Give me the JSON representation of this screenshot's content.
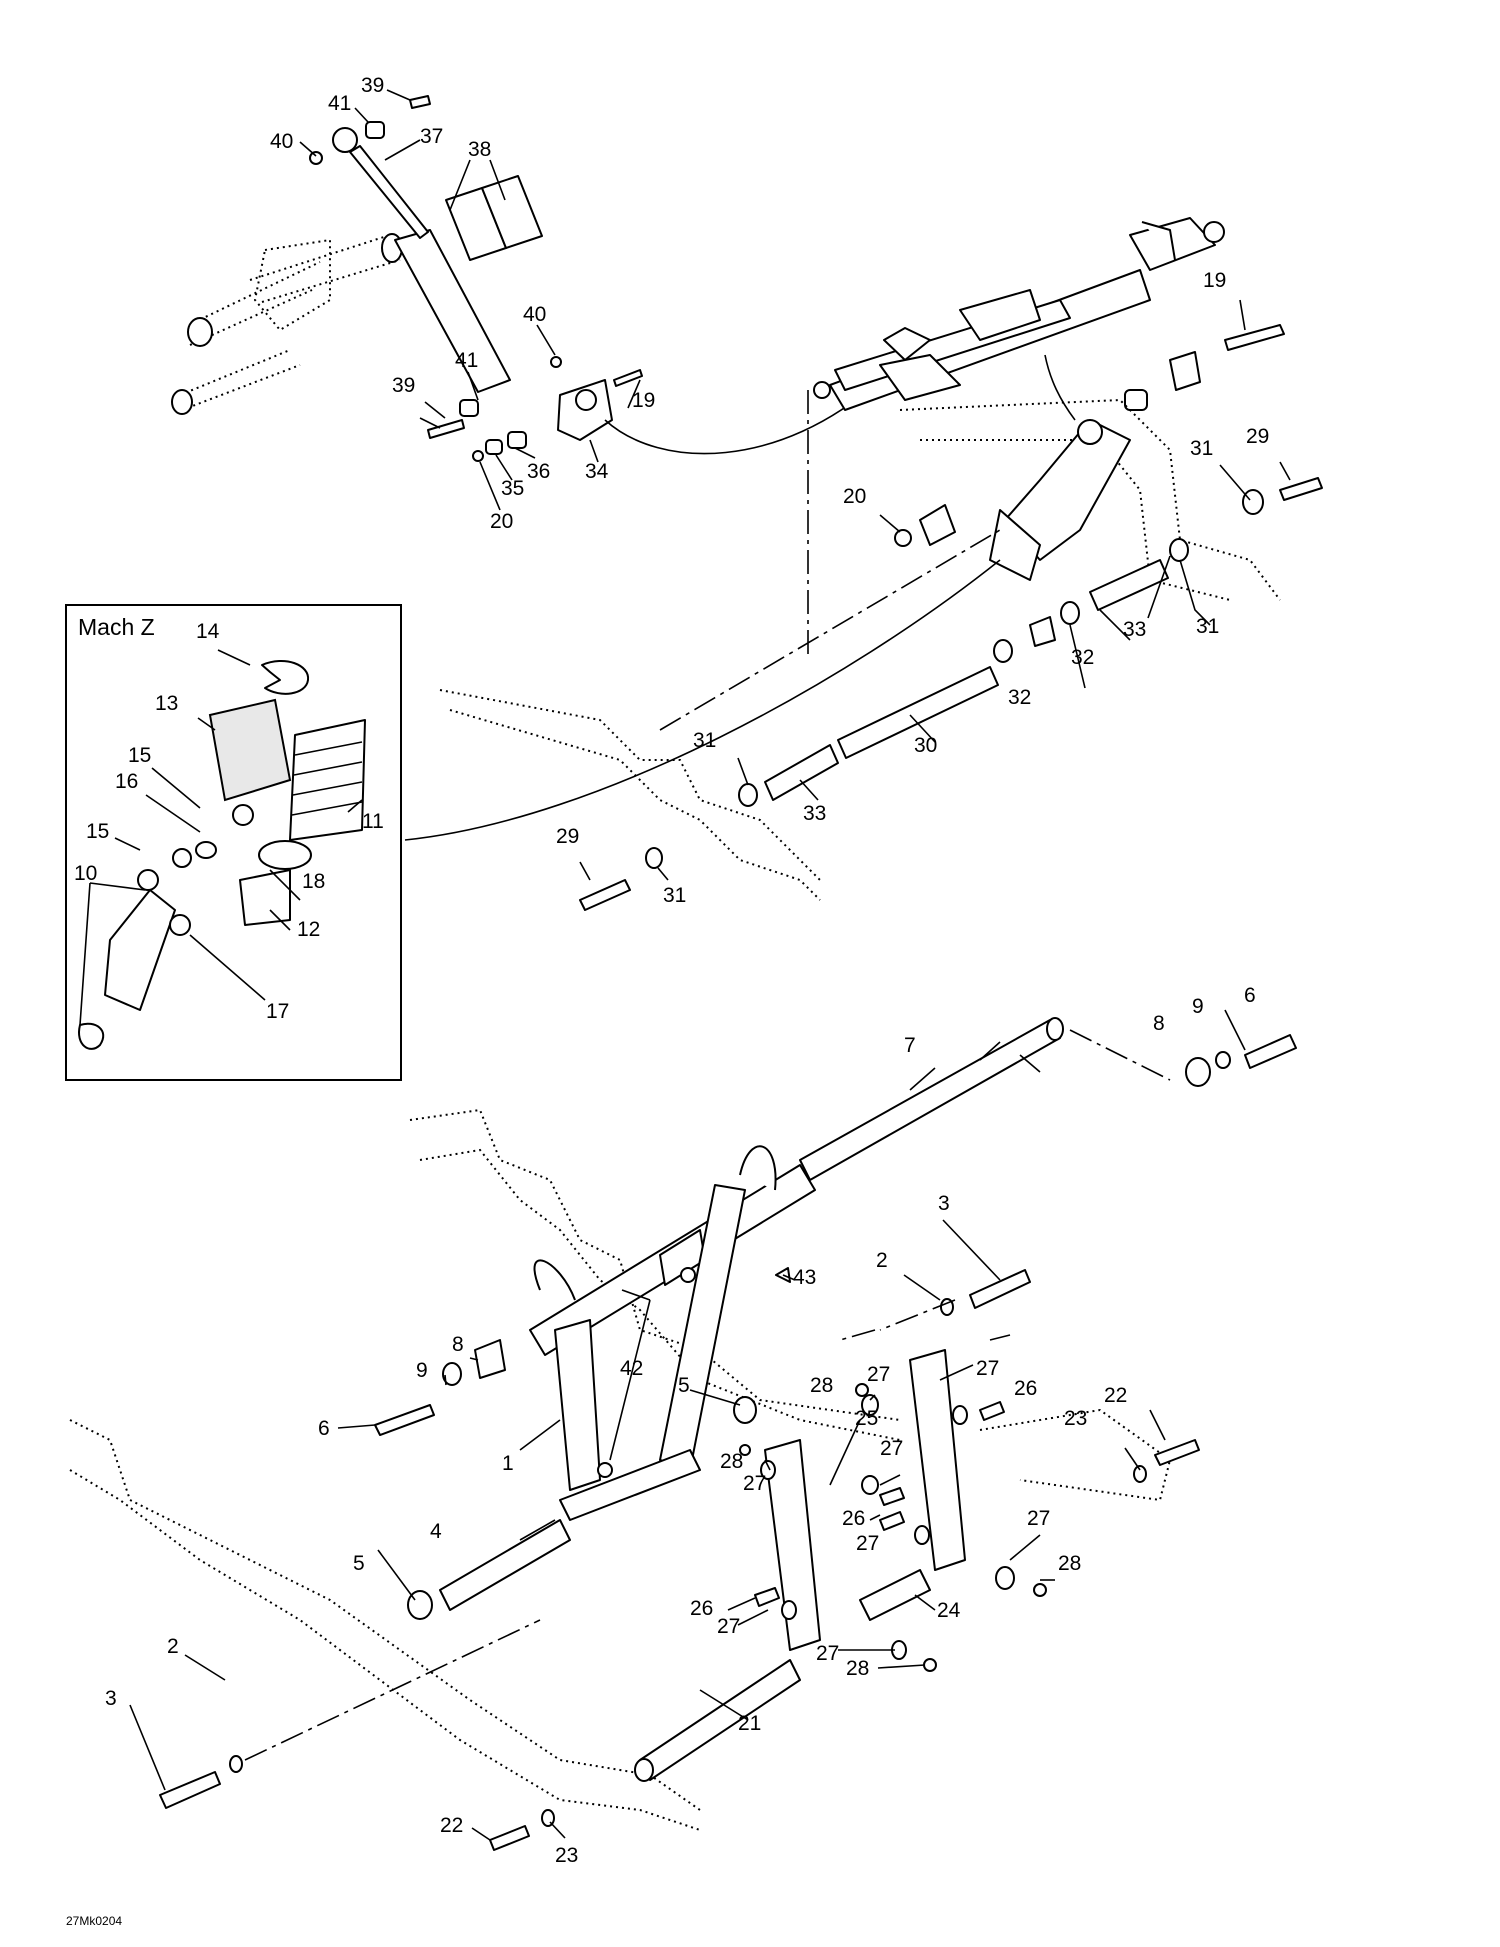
{
  "inset": {
    "title": "Mach Z"
  },
  "drawing_ref": "27Mk0204",
  "callouts": {
    "c1": "1",
    "c2": "2",
    "c3": "3",
    "c4": "4",
    "c5": "5",
    "c6": "6",
    "c7": "7",
    "c8": "8",
    "c9": "9",
    "c10": "10",
    "c11": "11",
    "c12": "12",
    "c13": "13",
    "c14": "14",
    "c15": "15",
    "c16": "16",
    "c17": "17",
    "c18": "18",
    "c19": "19",
    "c20": "20",
    "c21": "21",
    "c22": "22",
    "c23": "23",
    "c24": "24",
    "c25": "25",
    "c26": "26",
    "c27": "27",
    "c28": "28",
    "c29": "29",
    "c30": "30",
    "c31": "31",
    "c32": "32",
    "c33": "33",
    "c34": "34",
    "c35": "35",
    "c36": "36",
    "c37": "37",
    "c38": "38",
    "c39": "39",
    "c40": "40",
    "c41": "41",
    "c42": "42",
    "c43": "43"
  }
}
